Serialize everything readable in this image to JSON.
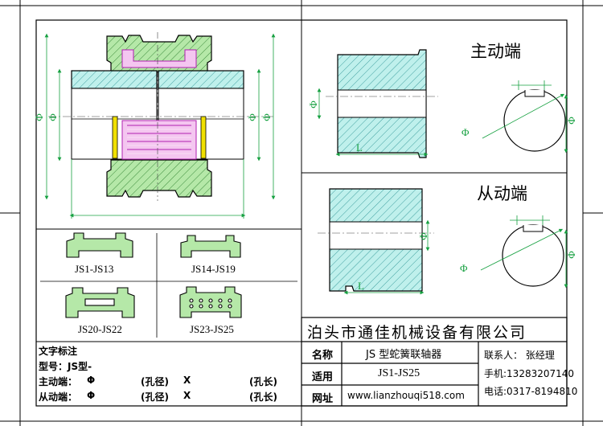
{
  "views": {
    "driving_end_title": "主动端",
    "driven_end_title": "从动端",
    "dim_diameter": "Φ",
    "dim_length": "L"
  },
  "grid_sections": [
    {
      "label": "JS1-JS13"
    },
    {
      "label": "JS14-JS19"
    },
    {
      "label": "JS20-JS22"
    },
    {
      "label": "JS23-JS25"
    }
  ],
  "notes": {
    "heading": "文字标注",
    "model_line": "型号：JS型-",
    "driving_label": "主动端：",
    "driven_label": "从动端：",
    "phi": "Φ",
    "bore_diameter": "(孔径)",
    "times": "X",
    "bore_length": "(孔长)"
  },
  "title_block": {
    "company": "泊头市通佳机械设备有限公司",
    "name_label": "名称",
    "name_value": "JS 型蛇簧联轴器",
    "applies_label": "适用",
    "applies_value": "JS1-JS25",
    "web_label": "网址",
    "web_value": "www.lianzhouqi518.com",
    "contact": "联系人：  张经理",
    "mobile": "手机:13283207140",
    "phone": "电话:0317-8194810"
  },
  "colors": {
    "frame": "#000000",
    "cover_green": "#b5e8a8",
    "hub_cyan": "#bff0ec",
    "spring_pink": "#f4c6f0",
    "spring_magenta": "#b020b0",
    "dim_green": "#16a040",
    "yellow_bar": "#f0e000"
  }
}
